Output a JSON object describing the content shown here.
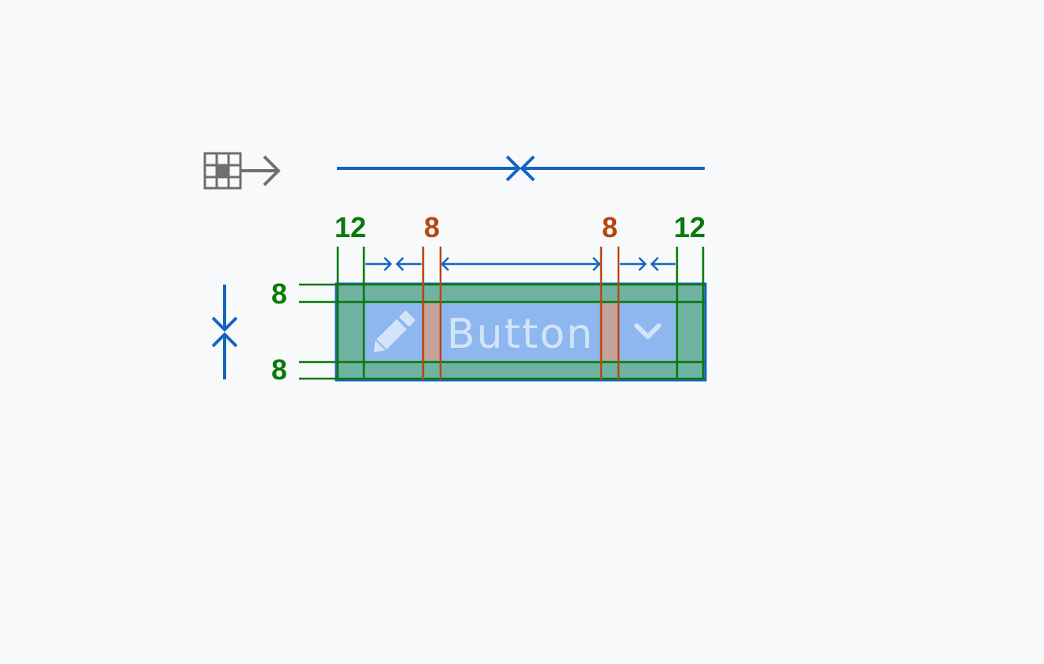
{
  "button": {
    "label": "Button",
    "leading_icon": "pencil-icon",
    "trailing_icon": "chevron-down-icon"
  },
  "spacing": {
    "padding_left": "12",
    "gap_left": "8",
    "gap_right": "8",
    "padding_right": "12",
    "padding_top": "8",
    "padding_bottom": "8"
  },
  "icons": {
    "align_icon": "grid-center-arrow-icon"
  },
  "colors": {
    "background": "#f8f9fb",
    "padding_fill": "#70b3a3",
    "content_fill": "#8db7ee",
    "gap_fill": "#c2a29a",
    "padding_line": "#0b7a0b",
    "gap_line": "#b8470d",
    "dimension_line": "#1565c0",
    "icon_gray": "#6f6f6f",
    "glyph_light": "#d3e4fa"
  }
}
